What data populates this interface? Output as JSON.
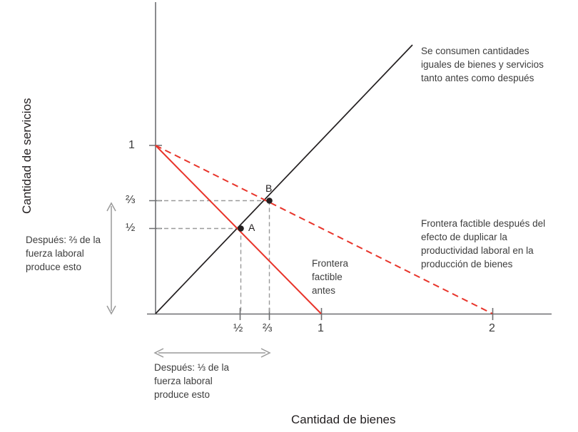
{
  "axes": {
    "x_title": "Cantidad de bienes",
    "y_title": "Cantidad de servicios",
    "x_ticks": [
      "½",
      "⅔",
      "1",
      "2"
    ],
    "y_ticks": [
      "½",
      "⅔",
      "1"
    ]
  },
  "points": {
    "a_label": "A",
    "b_label": "B"
  },
  "annotations": {
    "line45": "Se consumen cantidades\niguales de bienes y servicios\ntanto antes como después",
    "frontier_after": "Frontera factible después del\nefecto de duplicar la\nproductividad laboral en la\nproducción de bienes",
    "frontier_before": "Frontera\nfactible\nantes",
    "labor_vertical": "Después: ⅔ de la\nfuerza laboral\nproduce esto",
    "labor_horizontal": "Después: ⅓ de la\nfuerza laboral\nproduce esto"
  },
  "colors": {
    "axis": "#6d6e71",
    "frontier_before": "#e8342a",
    "frontier_after": "#e8342a",
    "line45": "#231f20",
    "guide": "#9a9a9a",
    "text": "#231f20"
  },
  "chart_data": {
    "type": "line",
    "title": "",
    "xlabel": "Cantidad de bienes",
    "ylabel": "Cantidad de servicios",
    "xlim": [
      0,
      2.4
    ],
    "ylim": [
      0,
      1.23
    ],
    "xticks": [
      0.5,
      0.6667,
      1,
      2
    ],
    "xticklabels": [
      "½",
      "⅔",
      "1",
      "2"
    ],
    "yticks": [
      0.5,
      0.6667,
      1
    ],
    "yticklabels": [
      "½",
      "⅔",
      "1"
    ],
    "grid": false,
    "legend": "none",
    "series": [
      {
        "name": "Frontera factible antes",
        "style": "solid",
        "color": "#e8342a",
        "x": [
          0,
          1
        ],
        "y": [
          1,
          0
        ]
      },
      {
        "name": "Frontera factible después del efecto de duplicar la productividad laboral en la producción de bienes",
        "style": "dashed",
        "color": "#e8342a",
        "x": [
          0,
          2
        ],
        "y": [
          1,
          0
        ]
      },
      {
        "name": "Se consumen cantidades iguales de bienes y servicios tanto antes como después",
        "style": "solid",
        "color": "#231f20",
        "x": [
          0,
          1.55
        ],
        "y": [
          0,
          1.6
        ]
      }
    ],
    "annotated_points": [
      {
        "label": "A",
        "x": 0.5,
        "y": 0.5
      },
      {
        "label": "B",
        "x": 0.6667,
        "y": 0.6667
      }
    ],
    "measures": [
      {
        "label": "Después: ⅔ de la fuerza laboral produce esto",
        "axis": "y",
        "from": 0,
        "to": 0.6667
      },
      {
        "label": "Después: ⅓ de la fuerza laboral produce esto",
        "axis": "x",
        "from": 0,
        "to": 0.6667
      }
    ]
  }
}
